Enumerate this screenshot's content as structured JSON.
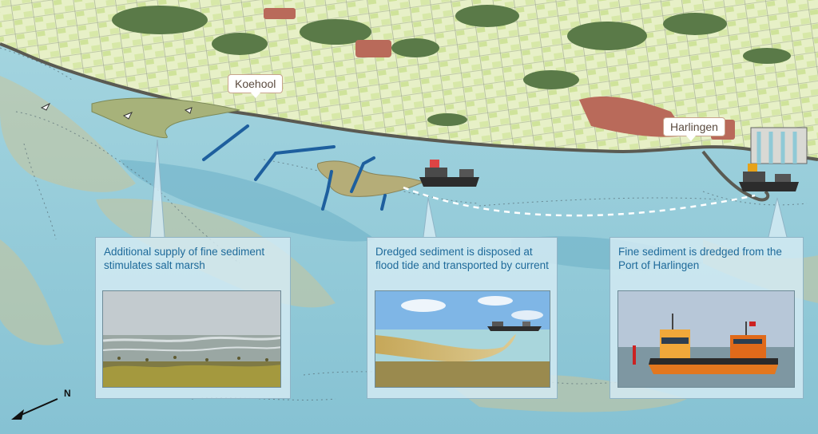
{
  "place_labels": {
    "koehool": "Koehool",
    "harlingen": "Harlingen"
  },
  "callouts": [
    {
      "text": "Additional supply of fine sediment stimulates salt marsh",
      "photo": "salt-marsh"
    },
    {
      "text": "Dredged sediment is disposed at flood tide and transported by current",
      "photo": "disposal-illustration"
    },
    {
      "text": "Fine sediment is dredged from the Port of Harlingen",
      "photo": "dredger-ship"
    }
  ],
  "compass": {
    "label": "N"
  },
  "colors": {
    "sea": "#8fc9d6",
    "land": "#e6efc4",
    "forest": "#5a7a48",
    "town": "#b96a5a",
    "shallows": "#c9c79e",
    "callout_text": "#1e6a9a",
    "channel": "#1e5f9e"
  }
}
